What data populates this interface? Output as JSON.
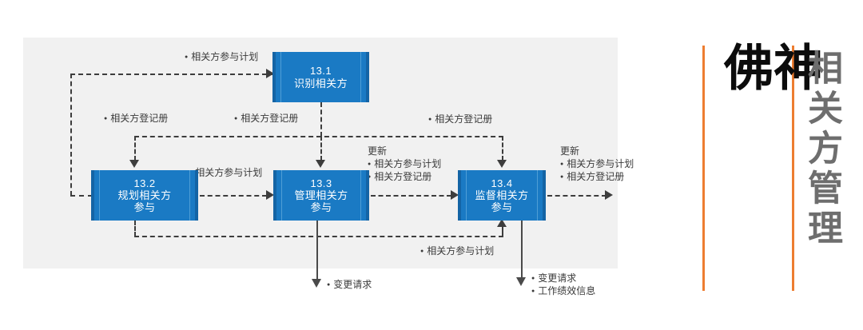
{
  "diagram": {
    "title_vertical_main": "神佛",
    "title_vertical_main_chars": [
      "神",
      "佛"
    ],
    "title_vertical_sub": "相关方管理",
    "accent_color": "#ed7d31",
    "box_color": "#1a7ac4",
    "box_edge_color": "#1464a5",
    "backdrop_color": "#f1f1f1",
    "connector_color": "#3d3d3d",
    "processes": [
      {
        "id": "13.1",
        "number": "13.1",
        "name": "识别相关方"
      },
      {
        "id": "13.2",
        "number": "13.2",
        "name": "规划相关方\n参与"
      },
      {
        "id": "13.3",
        "number": "13.3",
        "name": "管理相关方\n参与"
      },
      {
        "id": "13.4",
        "number": "13.4",
        "name": "监督相关方\n参与"
      }
    ],
    "flows": {
      "to_131_plan": "相关方参与计划",
      "register_left": "相关方登记册",
      "register_mid": "相关方登记册",
      "register_right": "相关方登记册",
      "plan_132_to_133": "相关方参与计划",
      "update_head_mid": "更新",
      "update_mid_item1": "相关方参与计划",
      "update_mid_item2": "相关方登记册",
      "update_head_right": "更新",
      "update_right_item1": "相关方参与计划",
      "update_right_item2": "相关方登记册",
      "feedback_plan_bottom": "相关方参与计划",
      "change_request_133": "变更请求",
      "change_request_134": "变更请求",
      "work_performance_134": "工作绩效信息"
    }
  }
}
